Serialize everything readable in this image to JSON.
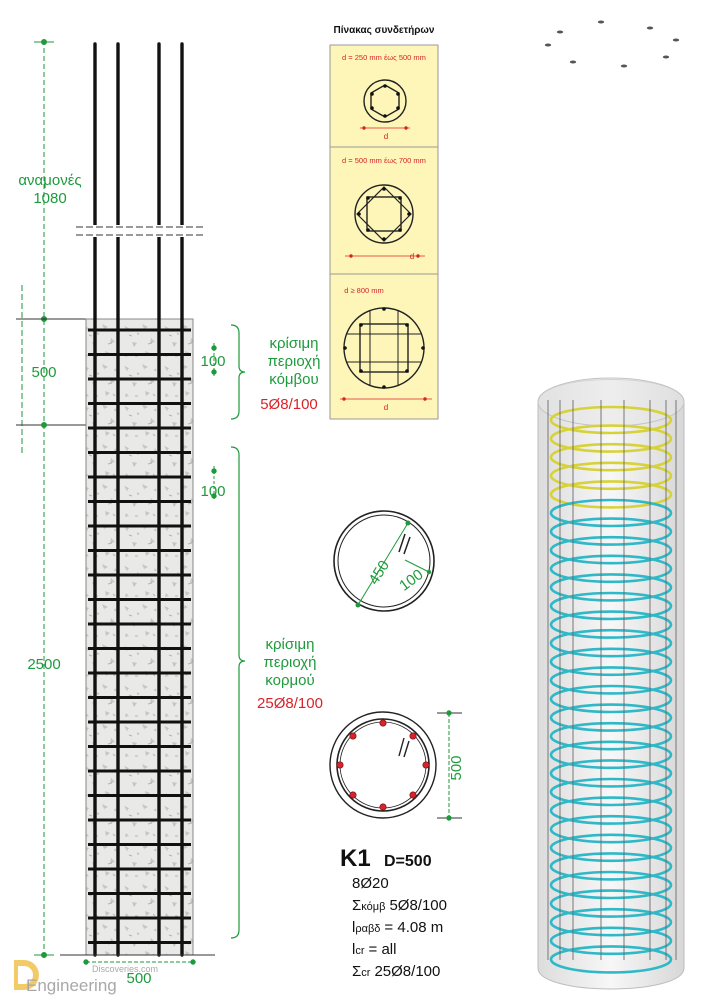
{
  "colors": {
    "green": "#1e9a3c",
    "red": "#d8232a",
    "dim_line": "#1e9a3c",
    "panel": "#fdf6b8",
    "yellow_stirrup": "#d8d23a",
    "cyan_stirrup": "#2fb8c8"
  },
  "left_elevation": {
    "anamones_label": "αναμονές",
    "anamones_value": "1080",
    "dim_top": "500",
    "dim_main": "2500",
    "dim_bottom": "500",
    "spacing_top": "100",
    "spacing_mid": "100",
    "zone1_line1": "κρίσιμη",
    "zone1_line2": "περιοχή",
    "zone1_line3": "κόμβου",
    "zone1_spec": "5Ø8/100",
    "zone2_line1": "κρίσιμη",
    "zone2_line2": "περιοχή",
    "zone2_line3": "κορμού",
    "zone2_spec": "25Ø8/100"
  },
  "table": {
    "title": "Πίνακας συνδετήρων",
    "row1_label": "d = 250 mm έως 500 mm",
    "row2_label": "d = 500 mm έως 700 mm",
    "row3_label": "d ≥ 800 mm",
    "d_symbol": "d"
  },
  "sections": {
    "stirrup_dim_diameter": "450",
    "stirrup_dim_hook": "100",
    "section_dim": "500"
  },
  "spec": {
    "title": "K1",
    "diameter": "D=500",
    "bars": "8Ø20",
    "skomb_prefix": "Σ",
    "skomb_sub": "κόμβ",
    "skomb_value": "5Ø8/100",
    "lrabd_prefix": "l",
    "lrabd_sub": "ραβδ",
    "lrabd_value": "= 4.08 m",
    "lcr_prefix": "l",
    "lcr_sub": "cr",
    "lcr_value": "= all",
    "scr_prefix": "Σ",
    "scr_sub": "cr",
    "scr_value": "25Ø8/100"
  },
  "watermark": {
    "brand_top": "Discoveries.com",
    "brand_bottom": "Engineering"
  }
}
